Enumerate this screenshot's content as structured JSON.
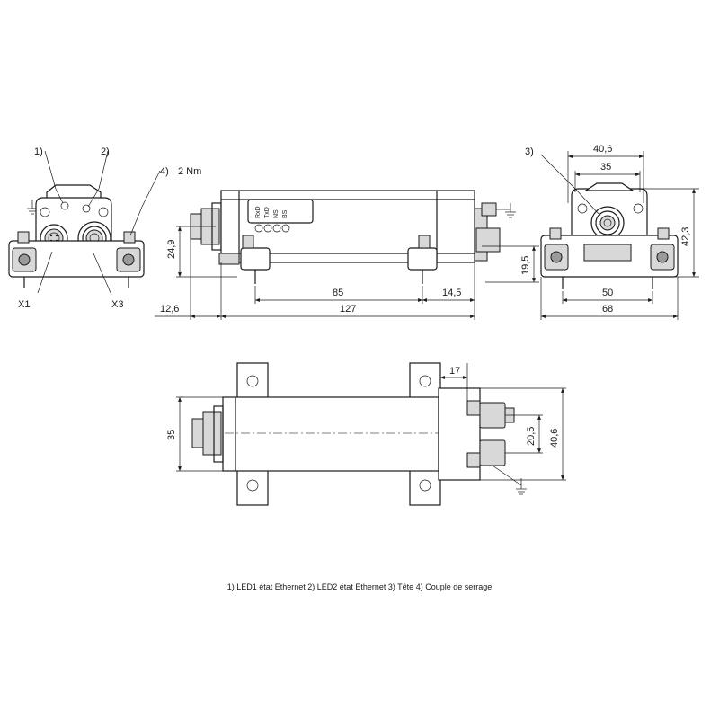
{
  "callouts": {
    "c1": "1)",
    "c2": "2)",
    "c3": "3)",
    "c4": "4)",
    "torque": "2 Nm"
  },
  "connectors": {
    "x1": "X1",
    "x3": "X3"
  },
  "leds": [
    "RxD",
    "TxD",
    "NS",
    "BS"
  ],
  "dimensions": {
    "d24_9": "24,9",
    "d85": "85",
    "d14_5": "14,5",
    "d19_5": "19,5",
    "d12_6": "12,6",
    "d127": "127",
    "d40_6_top": "40,6",
    "d35_top": "35",
    "d42_3": "42,3",
    "d50": "50",
    "d68": "68",
    "d17": "17",
    "d35_side": "35",
    "d20_5": "20,5",
    "d40_6_side": "40,6"
  },
  "legend": "1) LED1 état Ethernet  2) LED2 état Ethernet  3) Tête  4) Couple de serrage"
}
